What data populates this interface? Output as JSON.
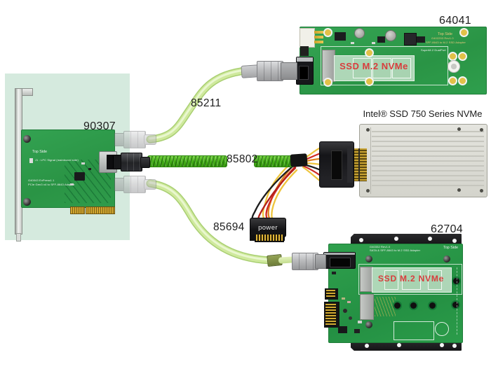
{
  "products": {
    "board_top": "64041",
    "cable_top": "85211",
    "card": "90307",
    "cable_mid": "85802",
    "power_adapter": "85694",
    "board_bottom": "62704"
  },
  "drive": {
    "label": "Intel® SSD 750 Series NVMe"
  },
  "power_connector": {
    "label": "power"
  },
  "board_64041": {
    "top_side": "Top Side",
    "rev": "G402253 Rev1.0",
    "desc": "SFF-8643 to M.2 SSD Adapter",
    "port": "SuperM.2 DualPort",
    "ssd": "SSD M.2 NVMe"
  },
  "card_90307": {
    "top_side": "Top Side",
    "jumper": "J1 : LPC Signal (mainboard side)",
    "rev": "G40043 ExPress1.1",
    "desc": "PCIe Gen3 x4 to SFF-8643 Adapter"
  },
  "board_62704": {
    "top_side": "Top Side",
    "rev": "G40332 Rev1.0",
    "desc": "SATA & SFF-8643 to M.2 SSD Adapter",
    "ssd": "SSD M.2 NVMe"
  },
  "colors": {
    "pcb_green": "#2f9b4b",
    "mint_panel": "#d5eade",
    "pale_cable": "#cfe99d",
    "braided_cable": "#4fc024",
    "ssd_text_red": "#d83d3d"
  }
}
